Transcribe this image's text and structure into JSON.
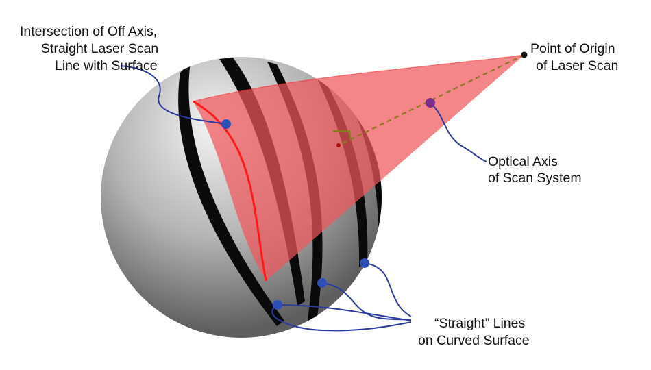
{
  "labels": {
    "intersection": {
      "line1": "Intersection of Off Axis,",
      "line2": "Straight Laser Scan",
      "line3": "Line with Surface"
    },
    "origin": {
      "line1": "Point of Origin",
      "line2": "of Laser Scan"
    },
    "optical_axis": {
      "line1": "Optical Axis",
      "line2": "of Scan System"
    },
    "straight_lines": {
      "line1": "“Straight” Lines",
      "line2": "on Curved Surface"
    }
  },
  "colors": {
    "sphere_light": "#f4f4f4",
    "sphere_mid": "#b4b4b4",
    "sphere_dark": "#5e5e5e",
    "stripe": "#0a0a0a",
    "laser_fan": "#f0585c",
    "laser_edge": "#ff1a1a",
    "optical_axis_dash": "#8a7a1e",
    "callout_line": "#2b3a9c",
    "callout_dot": "#2f4fb8",
    "axis_dot": "#7b2d8e",
    "origin_dot": "#111111"
  }
}
